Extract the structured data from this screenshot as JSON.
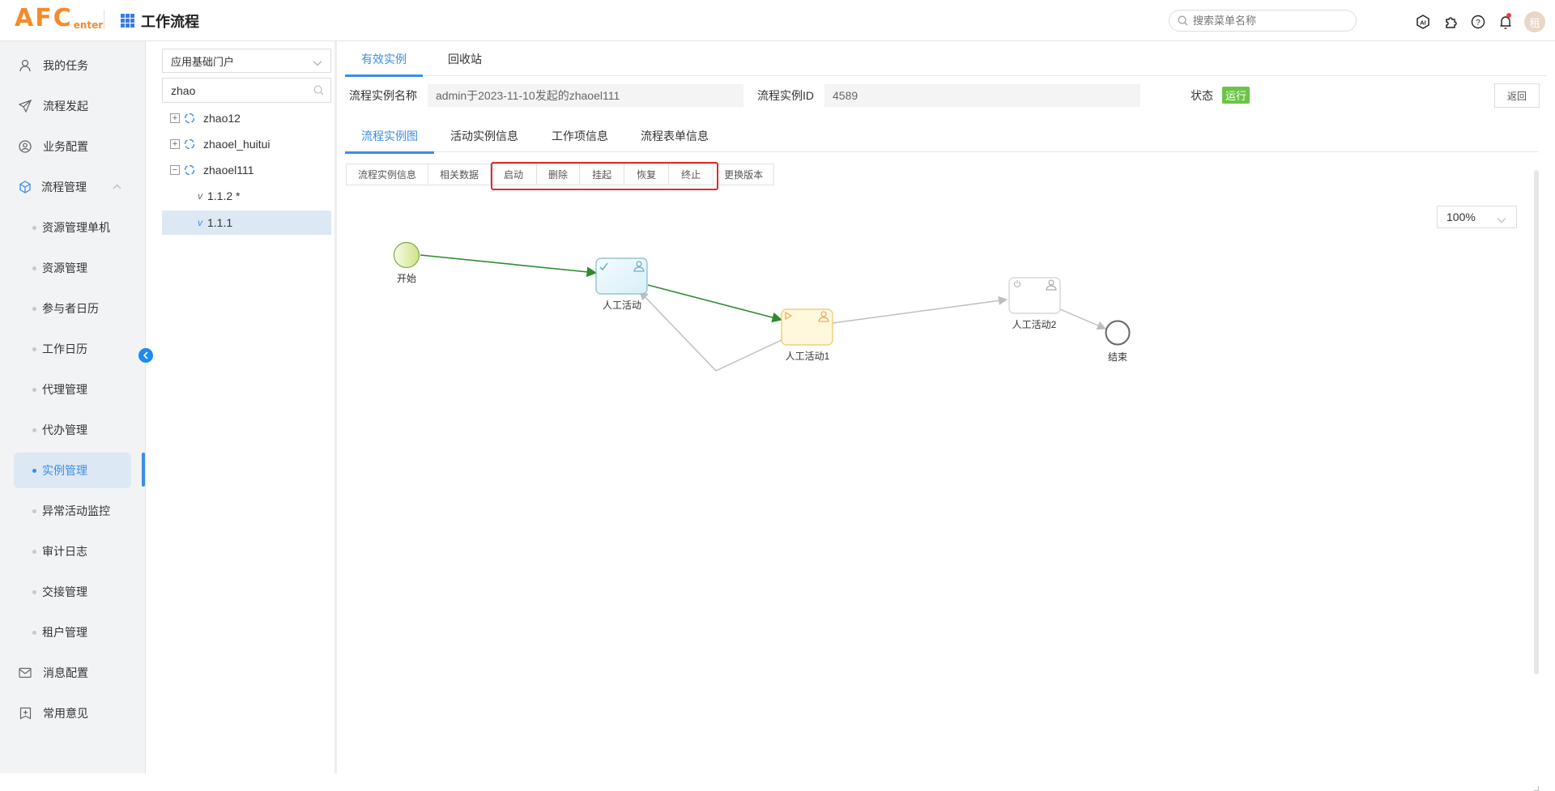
{
  "header": {
    "logo_main": "AFC",
    "logo_sub": "enter",
    "app_title": "工作流程",
    "search_placeholder": "搜索菜单名称",
    "avatar_text": "租",
    "icons": [
      "ai-icon",
      "plugin-icon",
      "help-icon",
      "bell-icon"
    ]
  },
  "sidebar": {
    "items": [
      {
        "label": "我的任务",
        "icon": "user-icon"
      },
      {
        "label": "流程发起",
        "icon": "send-icon"
      },
      {
        "label": "业务配置",
        "icon": "user-circle-icon"
      },
      {
        "label": "流程管理",
        "icon": "cube-icon",
        "expanded": true
      },
      {
        "label": "资源管理单机"
      },
      {
        "label": "资源管理"
      },
      {
        "label": "参与者日历"
      },
      {
        "label": "工作日历"
      },
      {
        "label": "代理管理"
      },
      {
        "label": "代办管理"
      },
      {
        "label": "实例管理",
        "active": true
      },
      {
        "label": "异常活动监控"
      },
      {
        "label": "审计日志"
      },
      {
        "label": "交接管理"
      },
      {
        "label": "租户管理"
      },
      {
        "label": "消息配置",
        "icon": "mail-icon"
      },
      {
        "label": "常用意见",
        "icon": "bookmark-plus-icon"
      }
    ]
  },
  "tree": {
    "app_select": "应用基础门户",
    "search_value": "zhao",
    "nodes": [
      {
        "label": "zhao12",
        "expanded": false
      },
      {
        "label": "zhaoel_huitui",
        "expanded": false
      },
      {
        "label": "zhaoel111",
        "expanded": true
      }
    ],
    "versions": [
      {
        "prefix": "v",
        "label": "1.1.2 *"
      },
      {
        "prefix": "v",
        "label": "1.1.1",
        "selected": true
      }
    ]
  },
  "main": {
    "top_tabs": [
      {
        "label": "有效实例",
        "active": true
      },
      {
        "label": "回收站"
      }
    ],
    "fields": {
      "name_label": "流程实例名称",
      "name_value": "admin于2023-11-10发起的zhaoel111",
      "id_label": "流程实例ID",
      "id_value": "4589",
      "status_label": "状态",
      "status_value": "运行",
      "status_color": "#6cc447"
    },
    "back_button": "返回",
    "sub_tabs": [
      {
        "label": "流程实例图",
        "active": true
      },
      {
        "label": "活动实例信息"
      },
      {
        "label": "工作项信息"
      },
      {
        "label": "流程表单信息"
      }
    ],
    "toolbar": [
      {
        "label": "流程实例信息"
      },
      {
        "label": "相关数据"
      },
      {
        "label": "启动"
      },
      {
        "label": "删除"
      },
      {
        "label": "挂起"
      },
      {
        "label": "恢复"
      },
      {
        "label": "终止"
      },
      {
        "label": "更换版本"
      }
    ],
    "zoom_level": "100%",
    "diagram": {
      "nodes": [
        {
          "id": "start",
          "label": "开始",
          "type": "start-event"
        },
        {
          "id": "task0",
          "label": "人工活动",
          "type": "user-task",
          "state": "completed"
        },
        {
          "id": "task1",
          "label": "人工活动1",
          "type": "user-task",
          "state": "running"
        },
        {
          "id": "task2",
          "label": "人工活动2",
          "type": "user-task",
          "state": "pending"
        },
        {
          "id": "end",
          "label": "结束",
          "type": "end-event"
        }
      ],
      "colors": {
        "passed_flow": "#2e8b2e",
        "pending_flow": "#bdbdbd",
        "completed_fill": "#e6f4fb",
        "running_fill": "#fff9e0",
        "running_border": "#f0c060"
      }
    }
  }
}
